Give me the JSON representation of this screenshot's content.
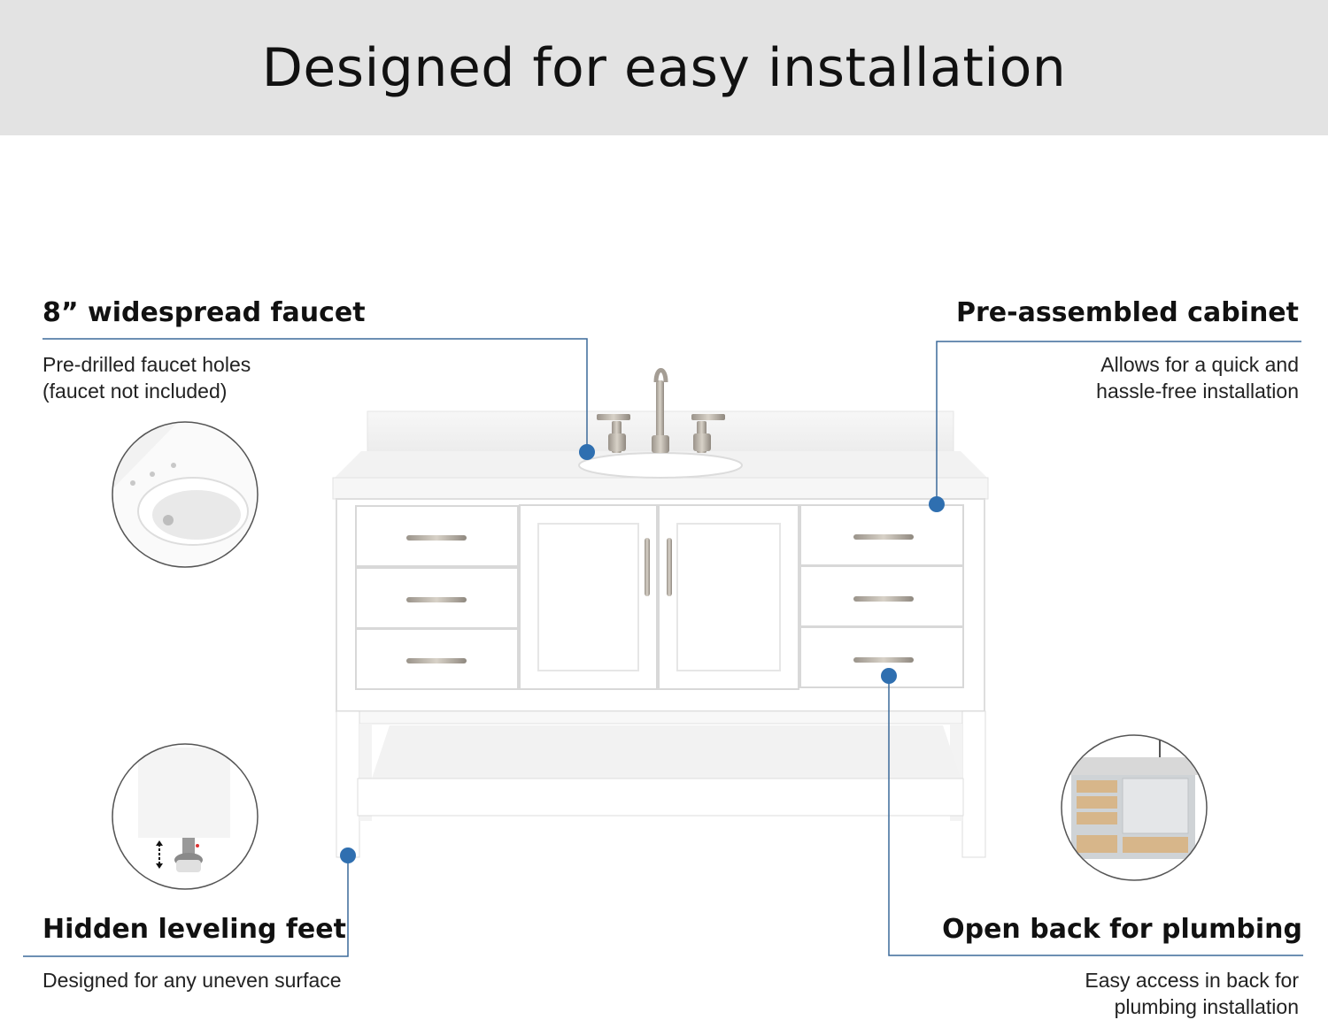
{
  "banner": {
    "title": "Designed for easy installation"
  },
  "features": {
    "faucet": {
      "title": "8” widespread faucet",
      "desc": "Pre-drilled faucet holes\n(faucet not included)",
      "icon": "sink-basin-closeup-icon"
    },
    "cabinet": {
      "title": "Pre-assembled cabinet",
      "desc": "Allows for  a quick and\nhassle-free installation"
    },
    "feet": {
      "title": "Hidden leveling feet",
      "desc": "Designed for any uneven surface",
      "icon": "leveling-foot-closeup-icon"
    },
    "plumbing": {
      "title": "Open back for plumbing",
      "desc": "Easy access in back for\nplumbing installation",
      "icon": "cabinet-back-closeup-icon"
    }
  },
  "colors": {
    "banner_bg": "#e3e3e3",
    "accent_blue": "#2f6fb0",
    "leader_line": "#3c6a9a"
  }
}
